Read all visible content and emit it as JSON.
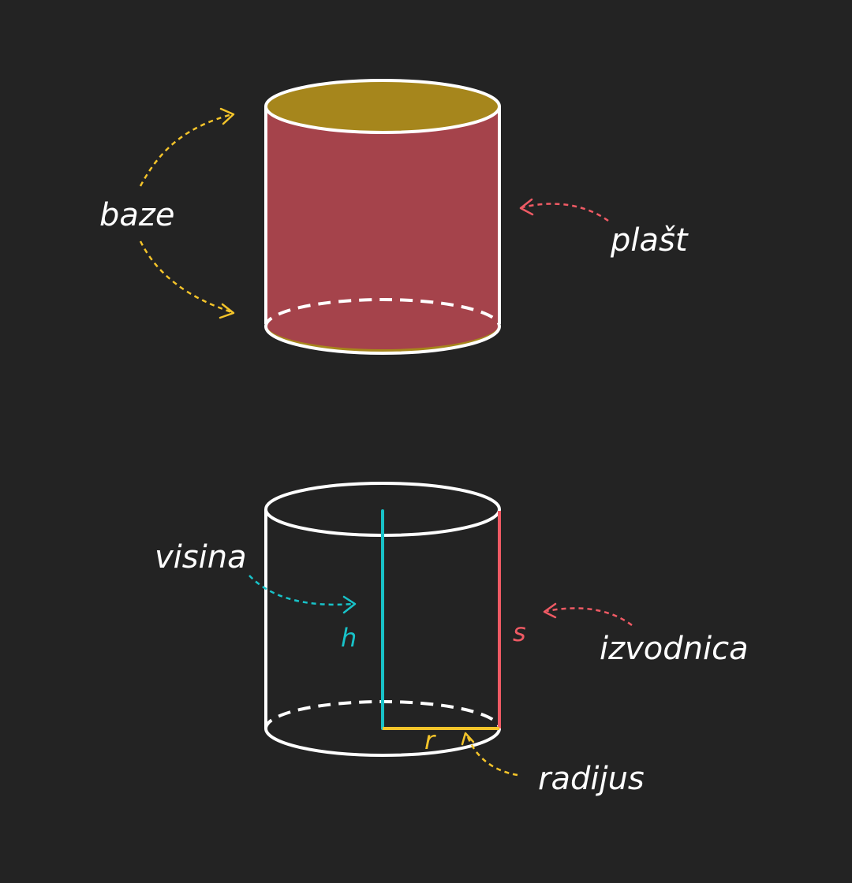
{
  "labels": {
    "bases": "baze",
    "lateral_surface": "plašt",
    "height_term": "visina",
    "slant_term": "izvodnica",
    "radius_term": "radijus",
    "height_symbol": "h",
    "slant_symbol": "s",
    "radius_symbol": "r"
  },
  "colors": {
    "background": "#232323",
    "outline": "#ffffff",
    "base_fill": "#a6861c",
    "lateral_fill": "#a5434b",
    "base_arrow": "#f4c42a",
    "lateral_arrow": "#ef5a64",
    "height": "#18c2c8",
    "slant": "#ef5a64",
    "radius": "#f4c42a"
  }
}
